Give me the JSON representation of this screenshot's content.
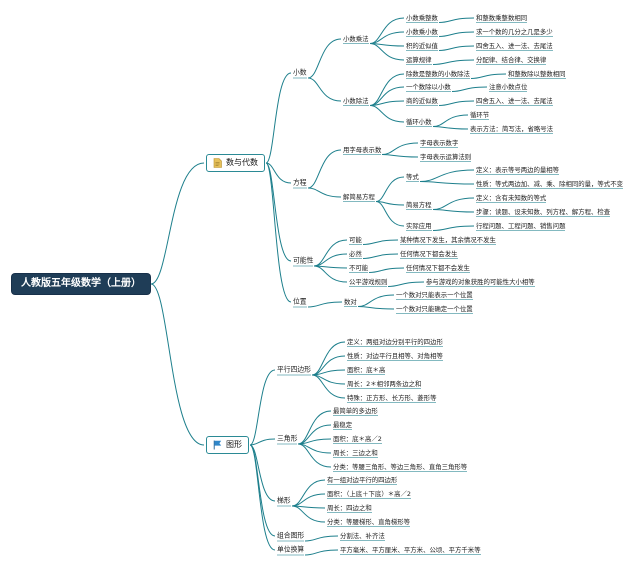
{
  "colors": {
    "line": "#1d7f8c",
    "root_bg": "#1f3d57",
    "main_border": "#2b8a95",
    "doc_icon": "#e6c15a",
    "flag_icon": "#2e86c9"
  },
  "nodes": [
    {
      "id": "root",
      "text": "人教版五年级数学（上册）",
      "level": "root"
    },
    {
      "id": "m1",
      "text": "数与代数",
      "level": "main",
      "icon": "document-icon"
    },
    {
      "id": "m2",
      "text": "图形",
      "level": "main",
      "icon": "flag-icon"
    },
    {
      "id": "xs",
      "text": "小数",
      "level": "sec"
    },
    {
      "id": "fc",
      "text": "方程",
      "level": "sec"
    },
    {
      "id": "knx",
      "text": "可能性",
      "level": "sec"
    },
    {
      "id": "wz",
      "text": "位置",
      "level": "sec"
    },
    {
      "id": "xscf",
      "text": "小数乘法",
      "level": "n"
    },
    {
      "id": "xscc",
      "text": "小数除法",
      "level": "n"
    },
    {
      "id": "c1",
      "text": "小数乘整数",
      "level": "n"
    },
    {
      "id": "c1n",
      "text": "和整数乘整数相同",
      "level": "n"
    },
    {
      "id": "c2",
      "text": "小数乘小数",
      "level": "n"
    },
    {
      "id": "c2n",
      "text": "求一个数的几分之几是多少",
      "level": "n"
    },
    {
      "id": "c3",
      "text": "积的近似值",
      "level": "n"
    },
    {
      "id": "c3n",
      "text": "四舍五入、进一法、去尾法",
      "level": "n"
    },
    {
      "id": "c4",
      "text": "运算规律",
      "level": "n"
    },
    {
      "id": "c4n",
      "text": "分配律、结合律、交换律",
      "level": "n"
    },
    {
      "id": "d1",
      "text": "除数是整数的小数除法",
      "level": "n"
    },
    {
      "id": "d1n",
      "text": "和整数除以整数相同",
      "level": "n"
    },
    {
      "id": "d2",
      "text": "一个数除以小数",
      "level": "n"
    },
    {
      "id": "d2n",
      "text": "注意小数点位",
      "level": "n"
    },
    {
      "id": "d3",
      "text": "商的近似数",
      "level": "n"
    },
    {
      "id": "d3n",
      "text": "四舍五入、进一法、去尾法",
      "level": "n"
    },
    {
      "id": "d4",
      "text": "循环小数",
      "level": "n"
    },
    {
      "id": "d4a",
      "text": "循环节",
      "level": "n"
    },
    {
      "id": "d4b",
      "text": "表示方法：简写法，省略号法",
      "level": "n"
    },
    {
      "id": "yzm",
      "text": "用字母表示数",
      "level": "n"
    },
    {
      "id": "yzm1",
      "text": "字母表示数字",
      "level": "n"
    },
    {
      "id": "yzm2",
      "text": "字母表示运算法则",
      "level": "n"
    },
    {
      "id": "jjfc",
      "text": "解简易方程",
      "level": "n"
    },
    {
      "id": "ds",
      "text": "等式",
      "level": "n"
    },
    {
      "id": "ds1",
      "text": "定义：表示等号两边的量相等",
      "level": "n"
    },
    {
      "id": "ds2",
      "text": "性质：等式两边加、减、乘、除相同的量，等式不变",
      "level": "n"
    },
    {
      "id": "jyfc",
      "text": "简易方程",
      "level": "n"
    },
    {
      "id": "jy1",
      "text": "定义：含有未知数的等式",
      "level": "n"
    },
    {
      "id": "jy2",
      "text": "步骤：读题、设未知数、列方程、解方程、检查",
      "level": "n"
    },
    {
      "id": "sjyy",
      "text": "实际应用",
      "level": "n"
    },
    {
      "id": "sjyy1",
      "text": "行程问题、工程问题、销售问题",
      "level": "n"
    },
    {
      "id": "kn",
      "text": "可能",
      "level": "n"
    },
    {
      "id": "kn1",
      "text": "某种情况下发生，其余情况不发生",
      "level": "n"
    },
    {
      "id": "bd",
      "text": "必然",
      "level": "n"
    },
    {
      "id": "bd1",
      "text": "任何情况下都会发生",
      "level": "n"
    },
    {
      "id": "bkn",
      "text": "不可能",
      "level": "n"
    },
    {
      "id": "bkn1",
      "text": "任何情况下都不会发生",
      "level": "n"
    },
    {
      "id": "gp",
      "text": "公平游戏规则",
      "level": "n"
    },
    {
      "id": "gp1",
      "text": "参与游戏的对象获胜的可能性大小相等",
      "level": "n"
    },
    {
      "id": "sd",
      "text": "数对",
      "level": "n"
    },
    {
      "id": "sd1",
      "text": "一个数对只能表示一个位置",
      "level": "n"
    },
    {
      "id": "sd2",
      "text": "一个数对只能确定一个位置",
      "level": "n"
    },
    {
      "id": "px",
      "text": "平行四边形",
      "level": "sec"
    },
    {
      "id": "sjx",
      "text": "三角形",
      "level": "sec"
    },
    {
      "id": "tx",
      "text": "梯形",
      "level": "sec"
    },
    {
      "id": "zh",
      "text": "组合图形",
      "level": "sec"
    },
    {
      "id": "dw",
      "text": "单位换算",
      "level": "sec"
    },
    {
      "id": "px1",
      "text": "定义：两组对边分别平行的四边形",
      "level": "n"
    },
    {
      "id": "px2",
      "text": "性质：对边平行且相等、对角相等",
      "level": "n"
    },
    {
      "id": "px3",
      "text": "面积：底＊高",
      "level": "n"
    },
    {
      "id": "px4",
      "text": "周长：2＊相邻两条边之和",
      "level": "n"
    },
    {
      "id": "px5",
      "text": "特殊：正方形、长方形、菱形等",
      "level": "n"
    },
    {
      "id": "sj1",
      "text": "最简单的多边形",
      "level": "n"
    },
    {
      "id": "sj2",
      "text": "最稳定",
      "level": "n"
    },
    {
      "id": "sj3",
      "text": "面积：底＊高／2",
      "level": "n"
    },
    {
      "id": "sj4",
      "text": "周长：三边之和",
      "level": "n"
    },
    {
      "id": "sj5",
      "text": "分类：等腰三角形、等边三角形、直角三角形等",
      "level": "n"
    },
    {
      "id": "tx1",
      "text": "有一组对边平行的四边形",
      "level": "n"
    },
    {
      "id": "tx2",
      "text": "面积：（上底＋下底）＊高／2",
      "level": "n"
    },
    {
      "id": "tx3",
      "text": "周长：四边之和",
      "level": "n"
    },
    {
      "id": "tx4",
      "text": "分类：等腰梯形、直角梯形等",
      "level": "n"
    },
    {
      "id": "zh1",
      "text": "分割法、补齐法",
      "level": "n"
    },
    {
      "id": "dw1",
      "text": "平方毫米、平方厘米、平方米、公顷、平方千米等",
      "level": "n"
    }
  ],
  "edges": [
    [
      "root",
      "m1"
    ],
    [
      "root",
      "m2"
    ],
    [
      "m1",
      "xs"
    ],
    [
      "m1",
      "fc"
    ],
    [
      "m1",
      "knx"
    ],
    [
      "m1",
      "wz"
    ],
    [
      "xs",
      "xscf"
    ],
    [
      "xs",
      "xscc"
    ],
    [
      "xscf",
      "c1"
    ],
    [
      "xscf",
      "c2"
    ],
    [
      "xscf",
      "c3"
    ],
    [
      "xscf",
      "c4"
    ],
    [
      "c1",
      "c1n"
    ],
    [
      "c2",
      "c2n"
    ],
    [
      "c3",
      "c3n"
    ],
    [
      "c4",
      "c4n"
    ],
    [
      "xscc",
      "d1"
    ],
    [
      "xscc",
      "d2"
    ],
    [
      "xscc",
      "d3"
    ],
    [
      "xscc",
      "d4"
    ],
    [
      "d1",
      "d1n"
    ],
    [
      "d2",
      "d2n"
    ],
    [
      "d3",
      "d3n"
    ],
    [
      "d4",
      "d4a"
    ],
    [
      "d4",
      "d4b"
    ],
    [
      "fc",
      "yzm"
    ],
    [
      "fc",
      "jjfc"
    ],
    [
      "yzm",
      "yzm1"
    ],
    [
      "yzm",
      "yzm2"
    ],
    [
      "jjfc",
      "ds"
    ],
    [
      "jjfc",
      "jyfc"
    ],
    [
      "jjfc",
      "sjyy"
    ],
    [
      "ds",
      "ds1"
    ],
    [
      "ds",
      "ds2"
    ],
    [
      "jyfc",
      "jy1"
    ],
    [
      "jyfc",
      "jy2"
    ],
    [
      "sjyy",
      "sjyy1"
    ],
    [
      "knx",
      "kn"
    ],
    [
      "knx",
      "bd"
    ],
    [
      "knx",
      "bkn"
    ],
    [
      "knx",
      "gp"
    ],
    [
      "kn",
      "kn1"
    ],
    [
      "bd",
      "bd1"
    ],
    [
      "bkn",
      "bkn1"
    ],
    [
      "gp",
      "gp1"
    ],
    [
      "wz",
      "sd"
    ],
    [
      "sd",
      "sd1"
    ],
    [
      "sd",
      "sd2"
    ],
    [
      "m2",
      "px"
    ],
    [
      "m2",
      "sjx"
    ],
    [
      "m2",
      "tx"
    ],
    [
      "m2",
      "zh"
    ],
    [
      "m2",
      "dw"
    ],
    [
      "px",
      "px1"
    ],
    [
      "px",
      "px2"
    ],
    [
      "px",
      "px3"
    ],
    [
      "px",
      "px4"
    ],
    [
      "px",
      "px5"
    ],
    [
      "sjx",
      "sj1"
    ],
    [
      "sjx",
      "sj2"
    ],
    [
      "sjx",
      "sj3"
    ],
    [
      "sjx",
      "sj4"
    ],
    [
      "sjx",
      "sj5"
    ],
    [
      "tx",
      "tx1"
    ],
    [
      "tx",
      "tx2"
    ],
    [
      "tx",
      "tx3"
    ],
    [
      "tx",
      "tx4"
    ],
    [
      "zh",
      "zh1"
    ],
    [
      "dw",
      "dw1"
    ]
  ]
}
